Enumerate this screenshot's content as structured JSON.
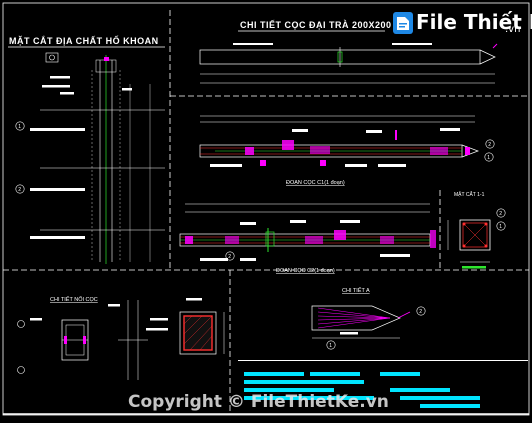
{
  "drawing": {
    "title_main": "CHI TIẾT CỌC ĐẠI TRÀ 200X200",
    "title_borehole": "MẶT CẮT ĐỊA CHẤT HỐ KHOAN",
    "label_segment_1": "ĐOẠN CỌC C1(1 đoạn)",
    "label_segment_2": "ĐOẠN CỌC C2(1 đoạn)",
    "label_section": "MẶT CẮT 1-1",
    "label_joint": "CHI TIẾT NỐI CỌC",
    "label_tip": "CHI TIẾT A",
    "callouts": [
      "1",
      "2",
      "1",
      "2",
      "2",
      "1",
      "2",
      "2",
      "1",
      "1",
      "2"
    ]
  },
  "watermark": {
    "logo_name": "File Thiết Kế",
    "logo_domain": ".vn",
    "copyright": "Copyright © FileThietKe.vn"
  },
  "colors": {
    "background": "#000000",
    "line": "#ffffff",
    "accent_magenta": "#ff00ff",
    "accent_red": "#ff3030",
    "accent_cyan": "#00e5ff",
    "accent_green": "#2ee62e",
    "accent_yellow": "#ffff00",
    "logo_blue": "#1e88e5"
  }
}
